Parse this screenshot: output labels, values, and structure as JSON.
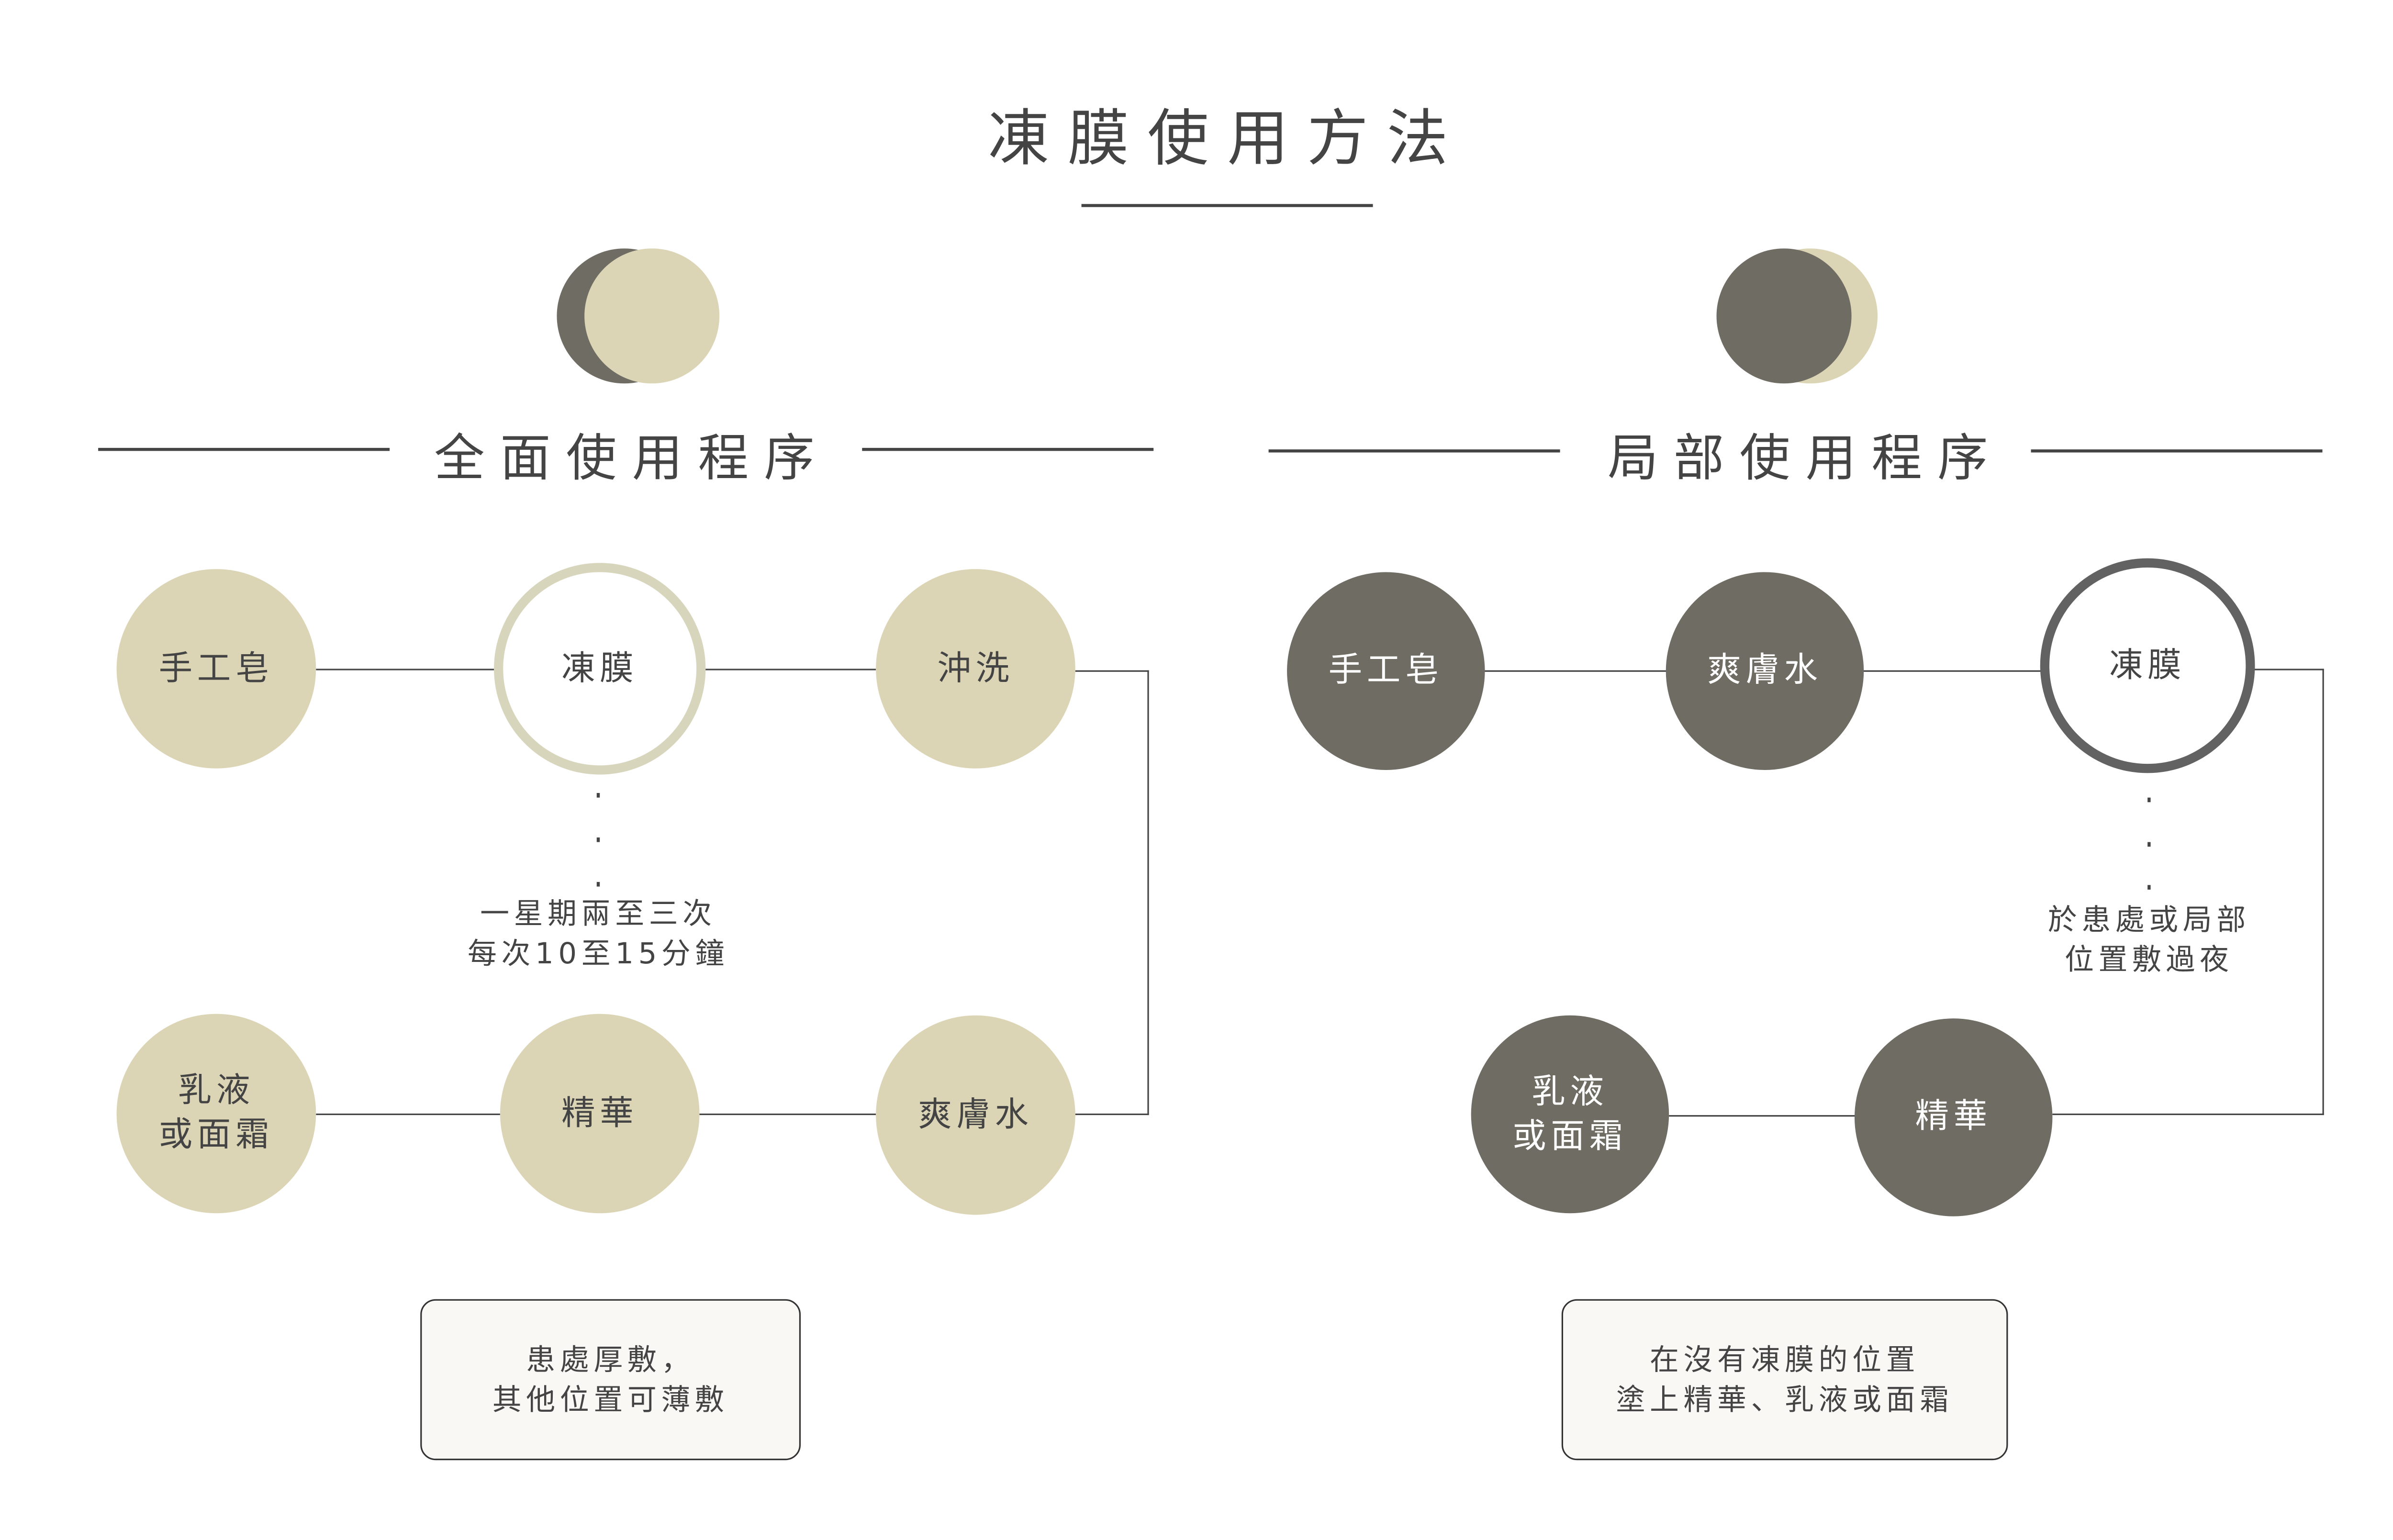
{
  "title": "凍膜使用方法",
  "colors": {
    "beige": "#dbd5b5",
    "dark": "#6f6c63",
    "text": "#444444"
  },
  "left": {
    "heading": "全面使用程序",
    "steps": [
      {
        "label": "手工皂"
      },
      {
        "label": "凍膜"
      },
      {
        "label": "沖洗"
      },
      {
        "label": "爽膚水"
      },
      {
        "label": "精華"
      },
      {
        "label_lines": [
          "乳液",
          "或面霜"
        ]
      }
    ],
    "note": [
      "一星期兩至三次",
      "每次10至15分鐘"
    ],
    "box": [
      "患處厚敷，",
      "其他位置可薄敷"
    ]
  },
  "right": {
    "heading": "局部使用程序",
    "steps": [
      {
        "label": "手工皂"
      },
      {
        "label": "爽膚水"
      },
      {
        "label": "凍膜"
      },
      {
        "label": "精華"
      },
      {
        "label_lines": [
          "乳液",
          "或面霜"
        ]
      }
    ],
    "note": [
      "於患處或局部",
      "位置敷過夜"
    ],
    "box": [
      "在沒有凍膜的位置",
      "塗上精華、乳液或面霜"
    ]
  }
}
